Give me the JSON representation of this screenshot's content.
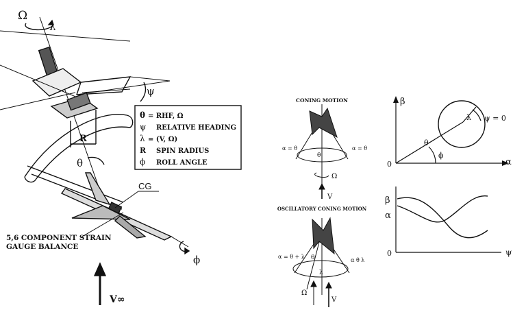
{
  "rig": {
    "omega_label": "Ω",
    "lambda_label": "λ",
    "psi_label": "ψ",
    "r_label": "R",
    "theta_label": "θ",
    "cg_label": "CG",
    "phi_label": "ϕ",
    "balance_label_line1": "5,6 COMPONENT STRAIN",
    "balance_label_line2": "GAUGE BALANCE",
    "velocity_label": "V∞"
  },
  "legend": {
    "rows": [
      {
        "symbol": "θ",
        "text": "= RHF, Ω"
      },
      {
        "symbol": "ψ",
        "text": "RELATIVE HEADING"
      },
      {
        "symbol": "λ",
        "text": "= (V, Ω)"
      },
      {
        "symbol": "R",
        "text": "SPIN RADIUS"
      },
      {
        "symbol": "ϕ",
        "text": "ROLL ANGLE"
      }
    ]
  },
  "coning": {
    "title": "CONING MOTION",
    "alpha_left": "α = θ",
    "alpha_right": "α = θ",
    "theta": "θ",
    "omega": "Ω",
    "v": "V"
  },
  "oscillatory": {
    "title": "OSCILLATORY CONING MOTION",
    "alpha_left": "α = θ + λ",
    "alpha_right": "α  θ  λ",
    "theta": "θ",
    "lambda": "λ",
    "omega": "Ω",
    "v": "V"
  },
  "plot_top": {
    "y_axis": "β",
    "x_axis": "α",
    "origin": "0",
    "theta": "θ",
    "lambda": "λ",
    "phi": "ϕ",
    "psi_eq": "ψ = 0"
  },
  "plot_bottom": {
    "label_beta": "β",
    "label_alpha": "α",
    "origin": "0",
    "x_axis": "ψ"
  }
}
